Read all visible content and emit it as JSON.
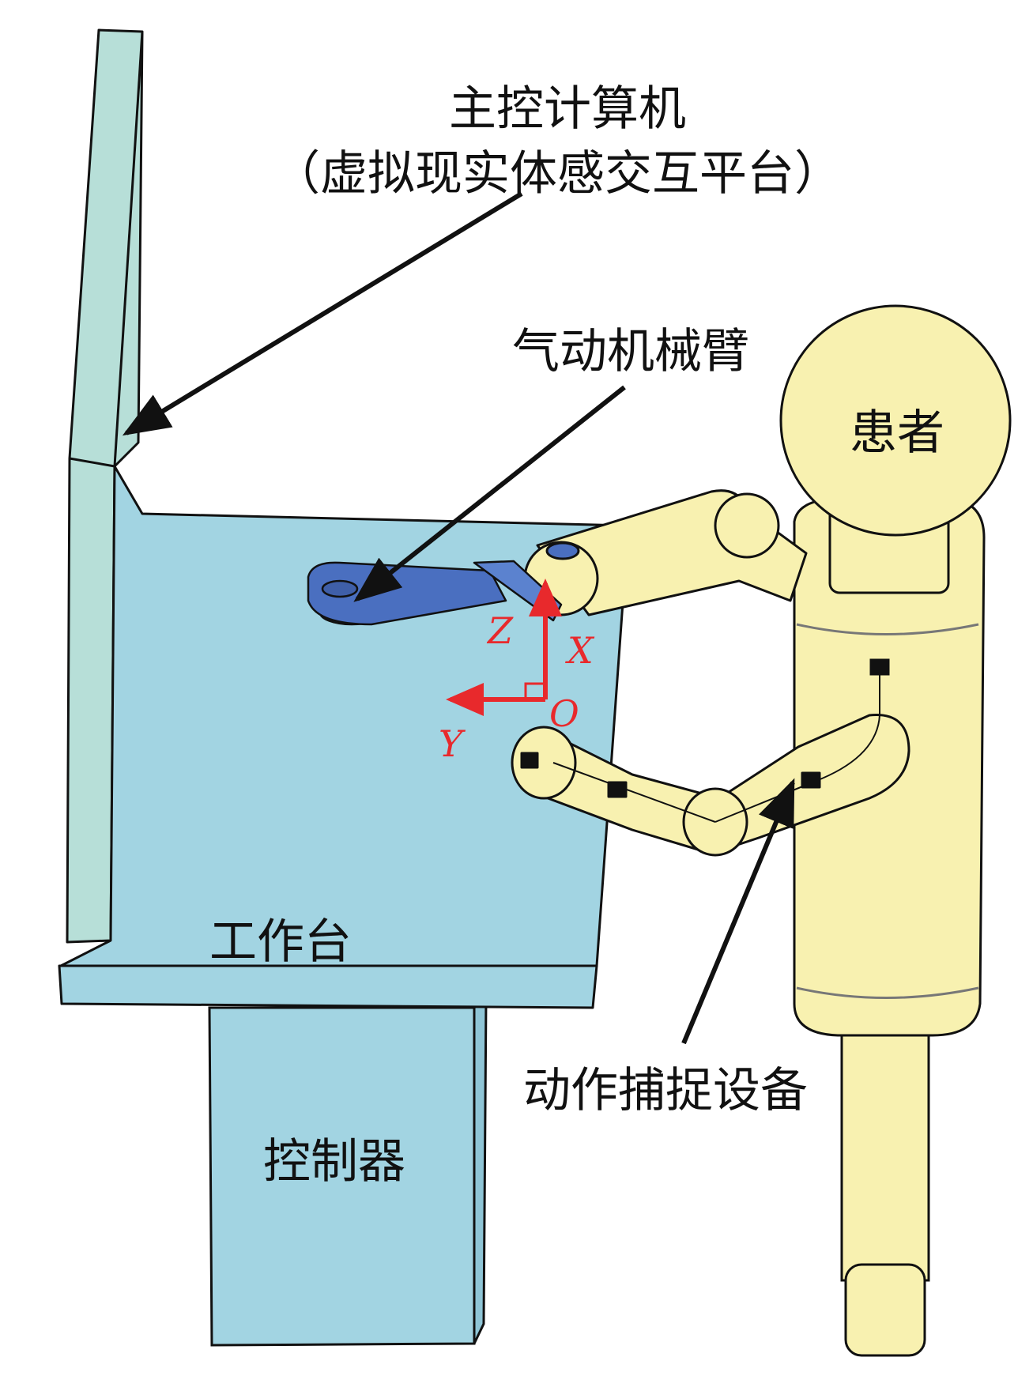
{
  "labels": {
    "computer": "主控计算机",
    "computer_sub": "（虚拟现实体感交互平台）",
    "robot_arm": "气动机械臂",
    "patient": "患者",
    "workbench": "工作台",
    "controller": "控制器",
    "motion_capture": "动作捕捉设备"
  },
  "axes": {
    "z": "Z",
    "x": "X",
    "o": "O",
    "y": "Y"
  },
  "colors": {
    "monitor": "#b7dfd8",
    "table": "#a2d4e2",
    "figure": "#f8f1b0",
    "robot": "#4a6fc0",
    "axis": "#e8292c",
    "outline": "#111111"
  }
}
